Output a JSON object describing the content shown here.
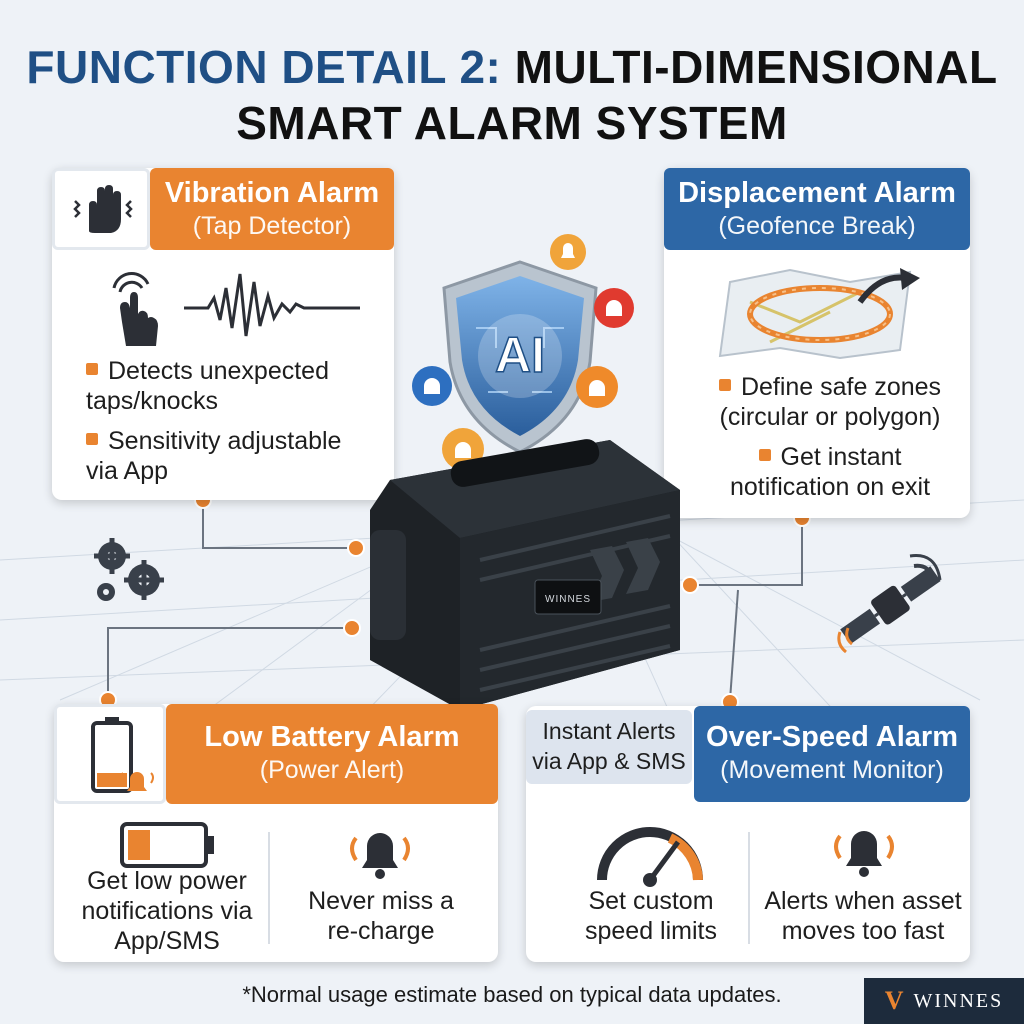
{
  "title": {
    "line1_highlight": "FUNCTION DETAIL 2:",
    "line1_rest": "MULTI-DIMENSIONAL",
    "line2": "SMART ALARM SYSTEM"
  },
  "vibration": {
    "title": "Vibration Alarm",
    "subtitle": "(Tap Detector)",
    "bullets": [
      "Detects unexpected taps/knocks",
      "Sensitivity adjustable via App"
    ],
    "icon": "vibrating-hand-icon"
  },
  "displacement": {
    "title": "Displacement Alarm",
    "subtitle": "(Geofence Break)",
    "bullets": [
      "Define safe zones (circular or polygon)",
      "Get instant notification on exit"
    ],
    "icon": "geofence-map-icon"
  },
  "battery": {
    "title": "Low Battery Alarm",
    "subtitle": "(Power Alert)",
    "items": [
      "Get low power notifications via App/SMS",
      "Never miss a re-charge"
    ],
    "icon": "low-battery-icon"
  },
  "overspeed": {
    "title": "Over-Speed Alarm",
    "subtitle": "(Movement Monitor)",
    "items": [
      "Set custom speed limits",
      "Alerts when asset moves too fast"
    ],
    "icon": "speedometer-icon"
  },
  "instant_alerts": "Instant Alerts via App & SMS",
  "center": {
    "shield_text": "AI",
    "device_brand": "WINNES"
  },
  "footnote": "*Normal usage estimate based on typical data updates.",
  "logo": "WINNES",
  "colors": {
    "orange": "#e98430",
    "blue": "#2d67a6",
    "navy": "#1f4f85",
    "device": "#1e2226"
  }
}
